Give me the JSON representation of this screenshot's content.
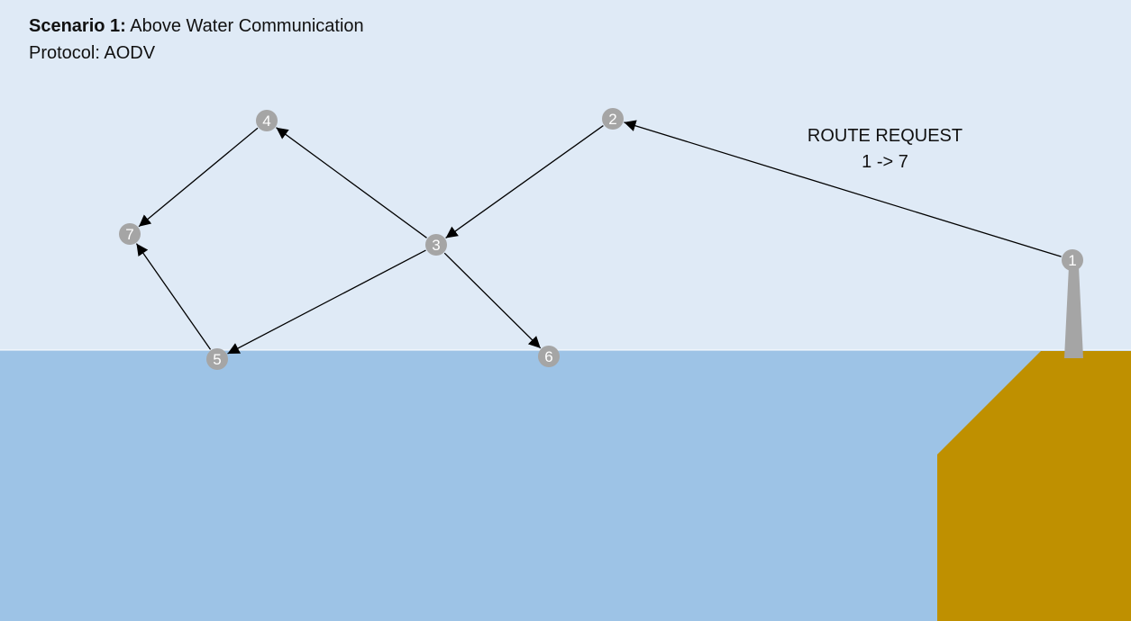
{
  "scenario": {
    "label": "Scenario 1:",
    "title": "Above Water Communication",
    "protocol": "Protocol: AODV"
  },
  "annotation": {
    "line1": "ROUTE REQUEST",
    "line2": "1 -> 7"
  },
  "nodes": [
    {
      "id": "1",
      "label": "1"
    },
    {
      "id": "2",
      "label": "2"
    },
    {
      "id": "3",
      "label": "3"
    },
    {
      "id": "4",
      "label": "4"
    },
    {
      "id": "5",
      "label": "5"
    },
    {
      "id": "6",
      "label": "6"
    },
    {
      "id": "7",
      "label": "7"
    }
  ],
  "edges": [
    {
      "from": "1",
      "to": "2"
    },
    {
      "from": "2",
      "to": "3"
    },
    {
      "from": "3",
      "to": "4"
    },
    {
      "from": "3",
      "to": "5"
    },
    {
      "from": "3",
      "to": "6"
    },
    {
      "from": "4",
      "to": "7"
    },
    {
      "from": "5",
      "to": "7"
    }
  ],
  "colors": {
    "sky": "#dfeaf6",
    "water": "#9dc3e6",
    "land": "#bf9000",
    "node": "#a5a5a5",
    "tower": "#a5a5a5",
    "arrow": "#000000"
  }
}
